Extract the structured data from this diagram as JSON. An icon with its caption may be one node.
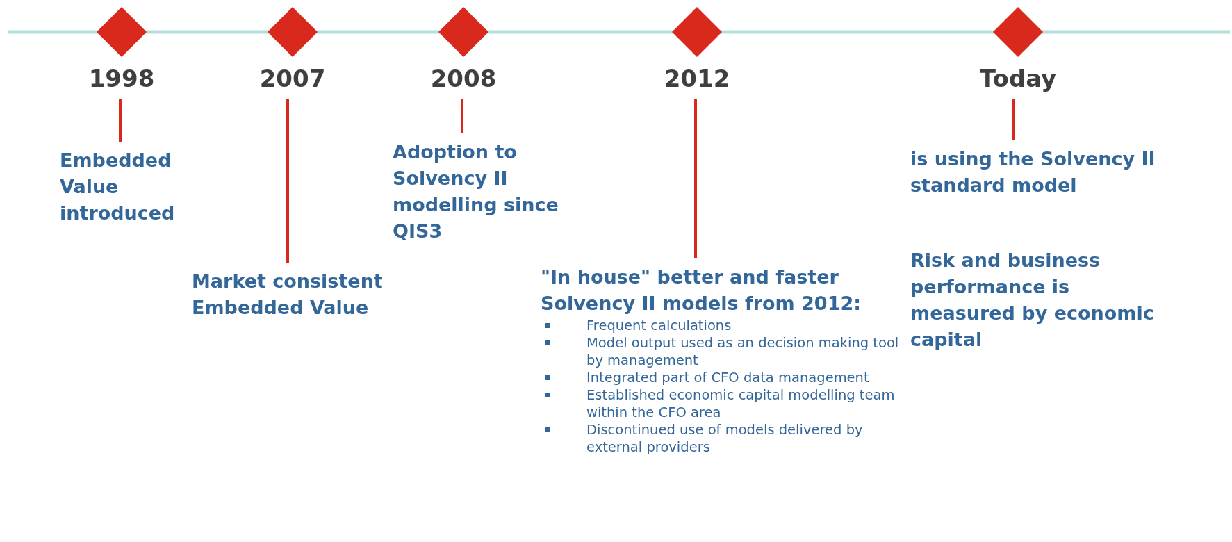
{
  "diagram": {
    "nodes": [
      {
        "text": [],
        "shape": "diamond"
      },
      {
        "text": [
          "1998"
        ]
      },
      {
        "text": [
          "Embedded Value introduced"
        ]
      },
      {
        "text": [],
        "shape": "diamond"
      },
      {
        "text": [
          "2007"
        ]
      },
      {
        "text": [
          "Market consistent Embedded Value"
        ]
      },
      {
        "text": [],
        "shape": "diamond"
      },
      {
        "text": [
          "2008"
        ]
      },
      {
        "text": [
          "Adoption to Solvency II modelling since QIS3"
        ]
      },
      {
        "text": [],
        "shape": "diamond"
      },
      {
        "text": [
          "2012"
        ]
      },
      {
        "text": [
          "\"In house\" better and faster Solvency II models from 2012:",
          "Frequent calculations",
          "Model output used as an decision making tool by management",
          "Integrated part of CFO data management",
          "Established economic capital modelling team within the CFO area",
          "Discontinued use of models delivered by external providers"
        ]
      },
      {
        "text": [],
        "shape": "diamond"
      },
      {
        "text": [
          "Today"
        ]
      },
      {
        "text": [
          "is using the Solvency II standard model",
          "Risk and business performance is measured by economic capital"
        ]
      }
    ],
    "edges": [
      {
        "from": 1,
        "to": 2,
        "arrow": "none"
      },
      {
        "from": 4,
        "to": 5,
        "arrow": "none"
      },
      {
        "from": 7,
        "to": 8,
        "arrow": "none"
      },
      {
        "from": 10,
        "to": 11,
        "arrow": "none"
      },
      {
        "from": 13,
        "to": 14,
        "arrow": "none"
      }
    ]
  }
}
